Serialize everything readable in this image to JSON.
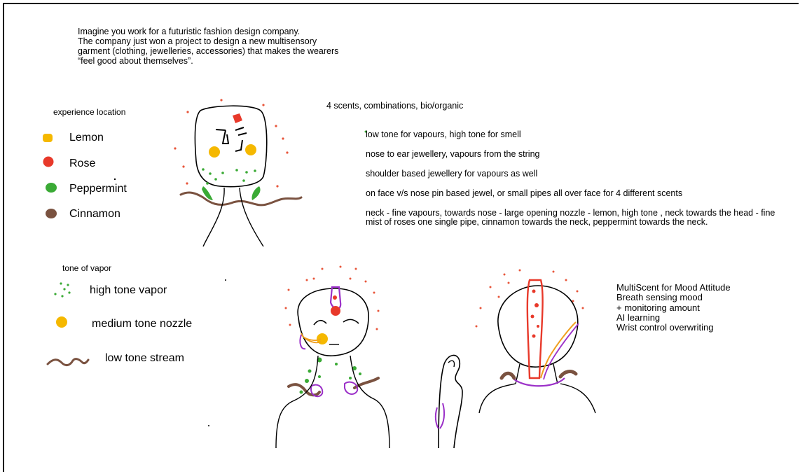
{
  "intro": "Imagine you work for a futuristic fashion design company.\nThe company just won a project to design a new multisensory\ngarment (clothing, jewelleries, accessories) that makes the wearers\n“feel good about themselves”.",
  "legend_location": {
    "title": "experience location",
    "items": [
      {
        "label": "Lemon",
        "color": "#f5b800"
      },
      {
        "label": "Rose",
        "color": "#e8392a"
      },
      {
        "label": "Peppermint",
        "color": "#3aaa35"
      },
      {
        "label": "Cinnamon",
        "color": "#7a5240"
      }
    ]
  },
  "legend_vapor": {
    "title": "tone of vapor",
    "items": [
      {
        "label": "high tone vapor",
        "icon": "green-dots-icon"
      },
      {
        "label": "medium tone nozzle",
        "icon": "yellow-dot-icon"
      },
      {
        "label": "low tone stream",
        "icon": "brown-squiggle-icon"
      }
    ]
  },
  "notes": [
    "4 scents, combinations, bio/organic",
    "low tone for vapours, high tone for smell",
    "nose to ear jewellery, vapours from the string",
    "shoulder based jewellery for vapours as well",
    "on face v/s nose pin based jewel, or small pipes all over face for 4 different scents",
    "neck - fine vapours, towards nose - large opening nozzle - lemon, high tone , neck towards the head - fine mist of roses one single pipe, cinnamon towards the neck, peppermint towards the neck."
  ],
  "mood": "MultiScent for Mood Attitude\nBreath sensing mood\n + monitoring amount\nAI learning\nWrist control overwriting",
  "colors": {
    "lemon": "#f5b800",
    "rose": "#e8392a",
    "peppermint": "#3aaa35",
    "cinnamon": "#7a5240",
    "purple": "#9b30c8",
    "orange": "#f0a020",
    "red_dots": "#e8553a"
  }
}
